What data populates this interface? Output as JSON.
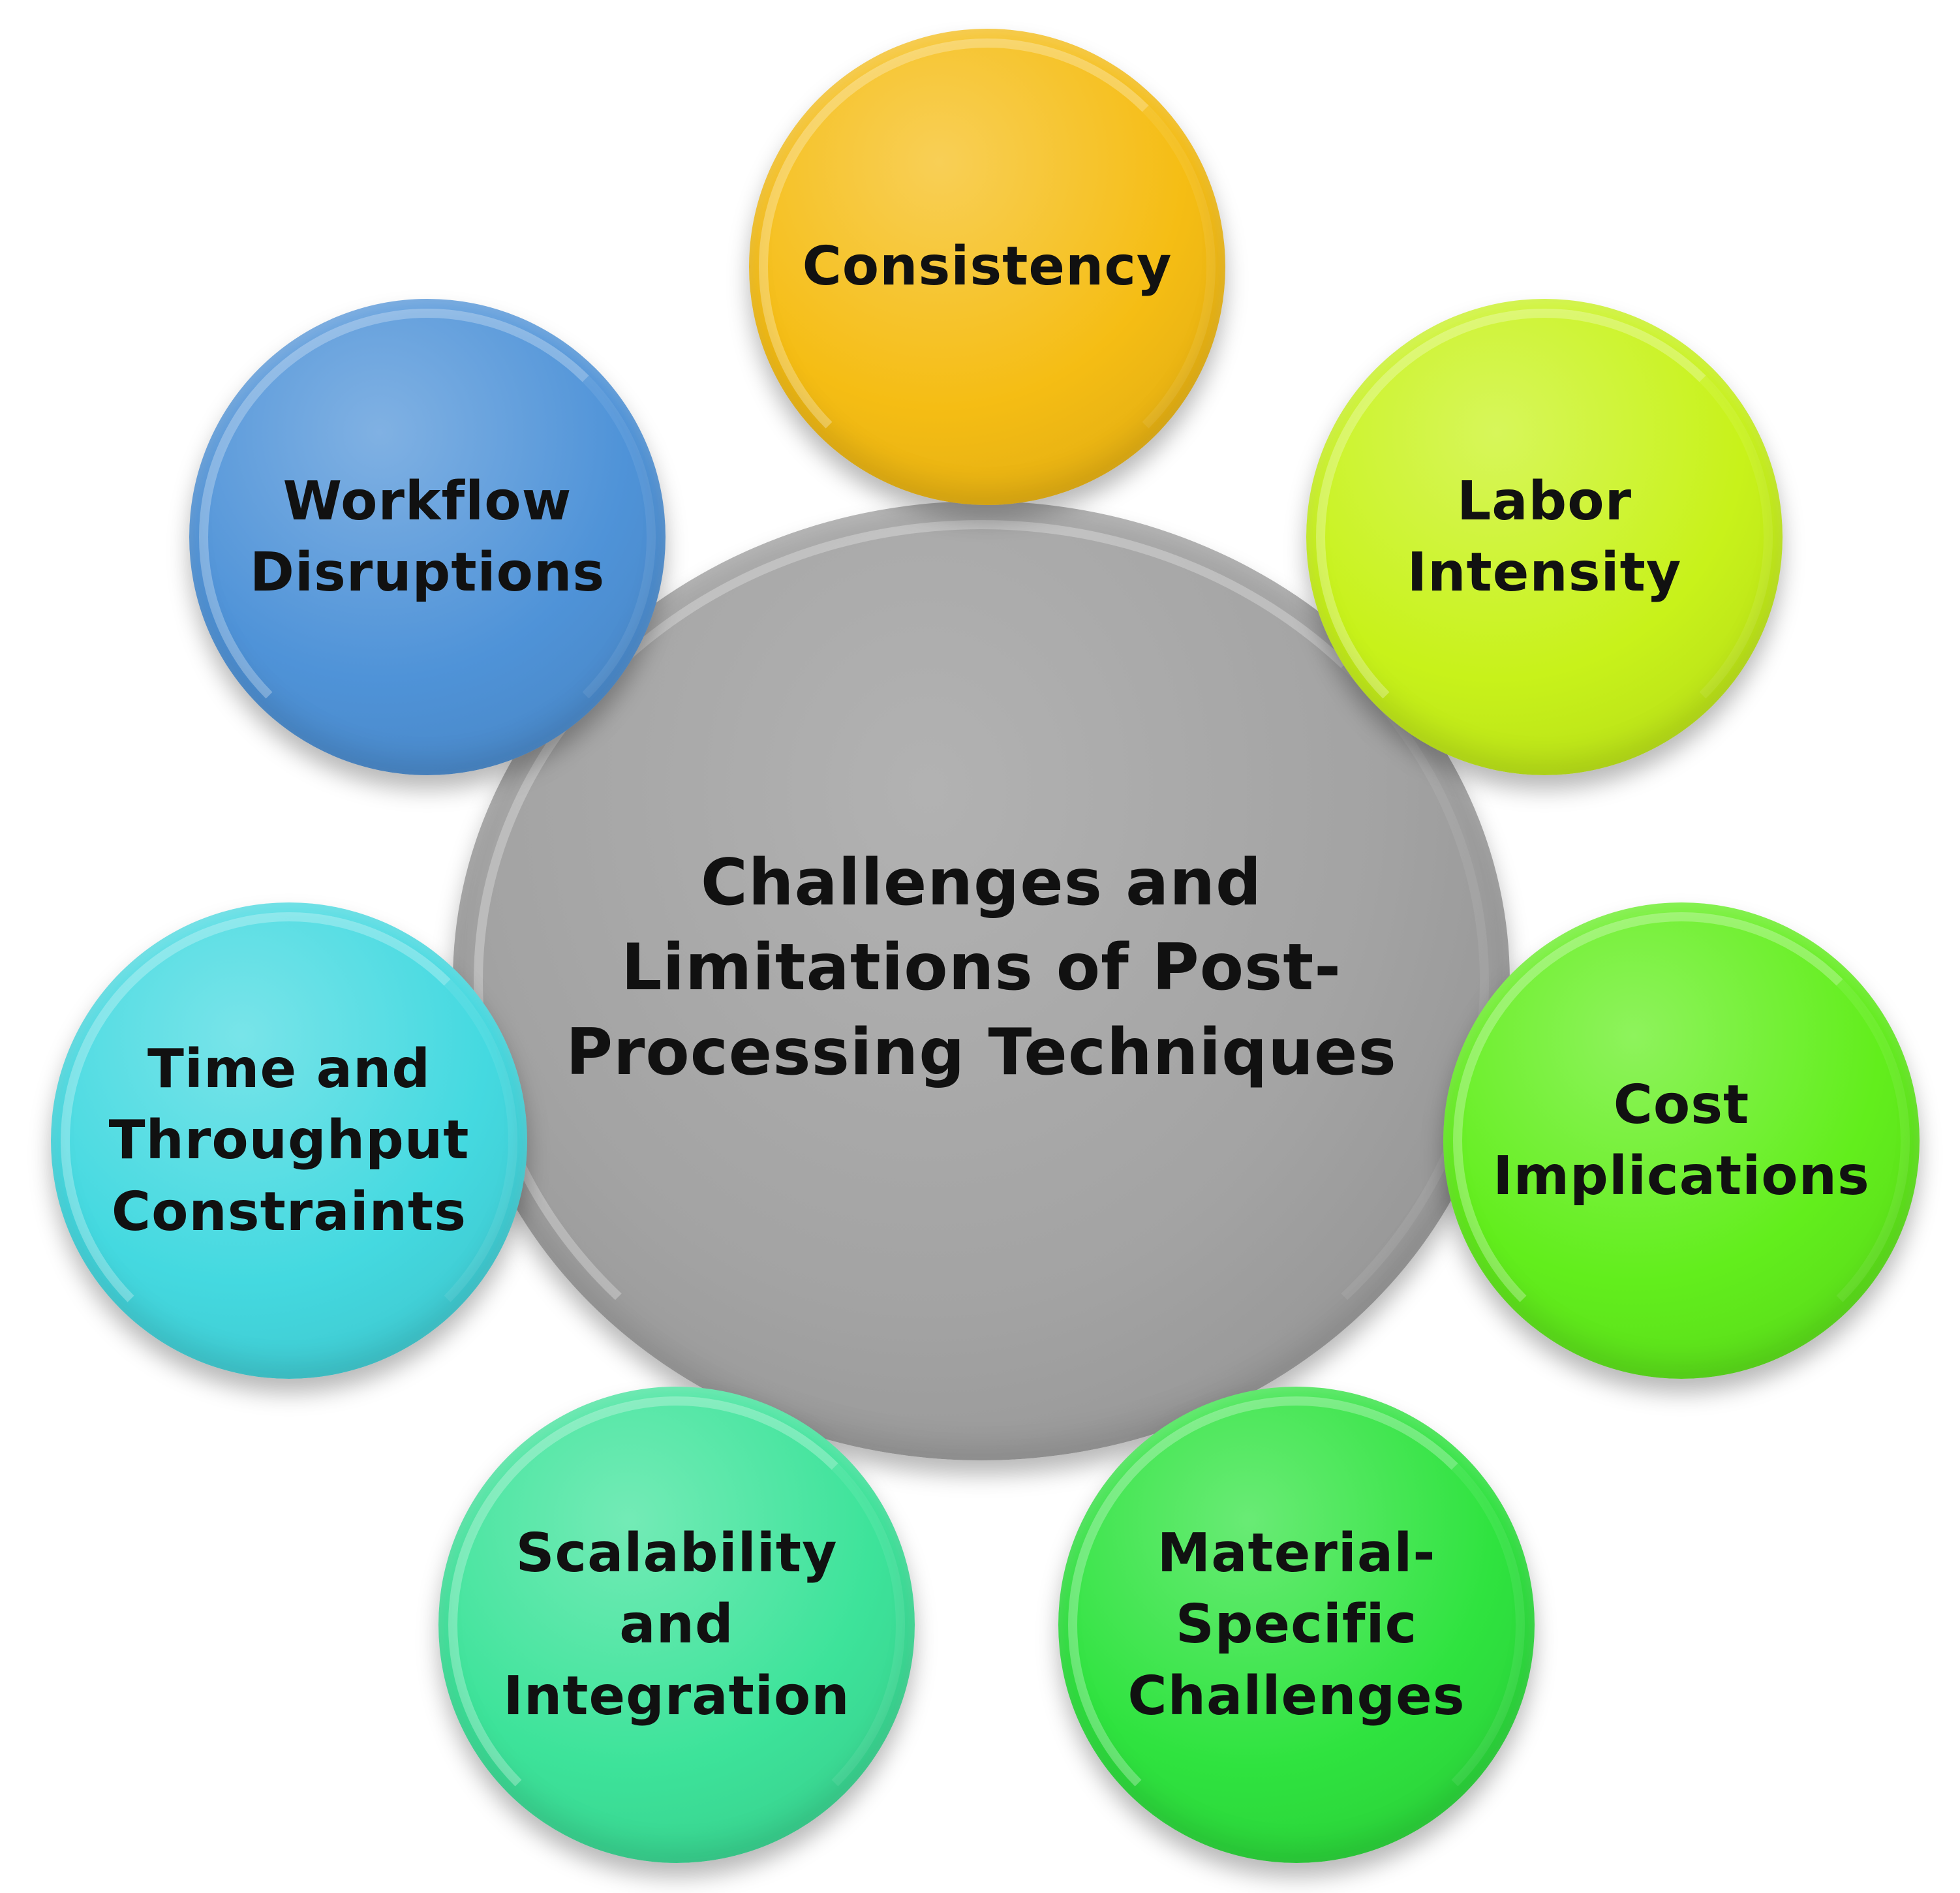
{
  "diagram": {
    "center": {
      "label": "Challenges and\nLimitations of Post-\nProcessing Techniques",
      "color": "#a3a3a3"
    },
    "nodes": [
      {
        "id": "consistency",
        "label": "Consistency",
        "color": "#f5bd14"
      },
      {
        "id": "labor",
        "label": "Labor\nIntensity",
        "color": "#c8f21a"
      },
      {
        "id": "cost",
        "label": "Cost\nImplications",
        "color": "#62ee1c"
      },
      {
        "id": "material",
        "label": "Material-\nSpecific\nChallenges",
        "color": "#2fe33f"
      },
      {
        "id": "scalability",
        "label": "Scalability\nand\nIntegration",
        "color": "#3de39a"
      },
      {
        "id": "time",
        "label": "Time and\nThroughput\nConstraints",
        "color": "#44d9e0"
      },
      {
        "id": "workflow",
        "label": "Workflow\nDisruptions",
        "color": "#4f93d8"
      }
    ]
  }
}
